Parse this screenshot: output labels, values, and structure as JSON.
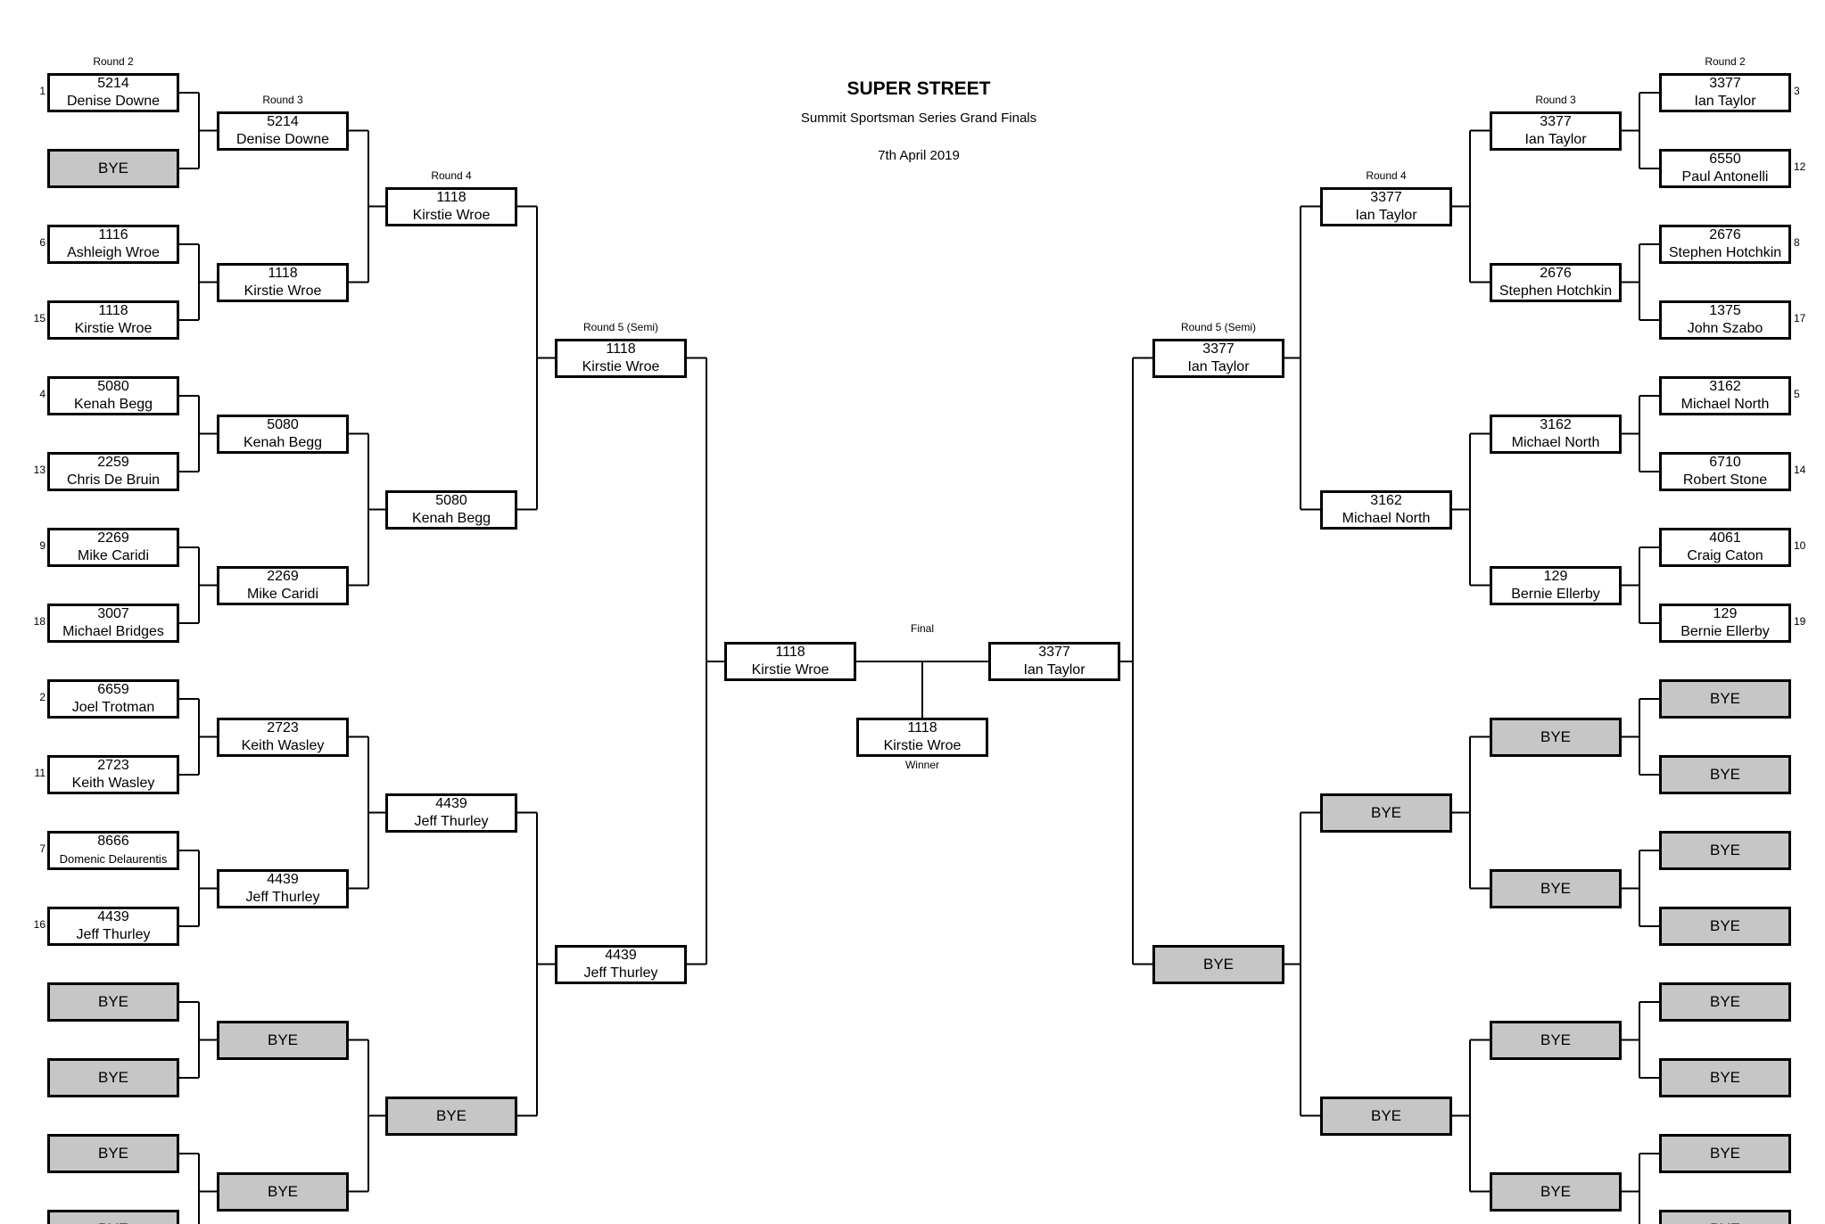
{
  "header": {
    "title": "SUPER STREET",
    "subtitle": "Summit Sportsman Series Grand Finals",
    "date": "7th April 2019"
  },
  "round_labels": {
    "r2": "Round 2",
    "r3": "Round 3",
    "r4": "Round 4",
    "r5": "Round 5 (Semi)",
    "final": "Final",
    "winner": "Winner"
  },
  "bye_text": "BYE",
  "bracket": {
    "left": {
      "round2": [
        {
          "seed": "1",
          "num": "5214",
          "name": "Denise Downe"
        },
        {
          "bye": true
        },
        {
          "seed": "6",
          "num": "1116",
          "name": "Ashleigh Wroe"
        },
        {
          "seed": "15",
          "num": "1118",
          "name": "Kirstie Wroe"
        },
        {
          "seed": "4",
          "num": "5080",
          "name": "Kenah Begg"
        },
        {
          "seed": "13",
          "num": "2259",
          "name": "Chris De Bruin"
        },
        {
          "seed": "9",
          "num": "2269",
          "name": "Mike Caridi"
        },
        {
          "seed": "18",
          "num": "3007",
          "name": "Michael Bridges"
        },
        {
          "seed": "2",
          "num": "6659",
          "name": "Joel Trotman"
        },
        {
          "seed": "11",
          "num": "2723",
          "name": "Keith Wasley"
        },
        {
          "seed": "7",
          "num": "8666",
          "name": "Domenic Delaurentis"
        },
        {
          "seed": "16",
          "num": "4439",
          "name": "Jeff Thurley"
        },
        {
          "bye": true
        },
        {
          "bye": true
        },
        {
          "bye": true
        },
        {
          "bye": true
        }
      ],
      "round3": [
        {
          "num": "5214",
          "name": "Denise Downe"
        },
        {
          "num": "1118",
          "name": "Kirstie Wroe"
        },
        {
          "num": "5080",
          "name": "Kenah Begg"
        },
        {
          "num": "2269",
          "name": "Mike Caridi"
        },
        {
          "num": "2723",
          "name": "Keith Wasley"
        },
        {
          "num": "4439",
          "name": "Jeff Thurley"
        },
        {
          "bye": true
        },
        {
          "bye": true
        }
      ],
      "round4": [
        {
          "num": "1118",
          "name": "Kirstie Wroe"
        },
        {
          "num": "5080",
          "name": "Kenah Begg"
        },
        {
          "num": "4439",
          "name": "Jeff Thurley"
        },
        {
          "bye": true
        }
      ],
      "round5": [
        {
          "num": "1118",
          "name": "Kirstie Wroe"
        },
        {
          "num": "4439",
          "name": "Jeff Thurley"
        }
      ],
      "finalist": {
        "num": "1118",
        "name": "Kirstie Wroe"
      }
    },
    "right": {
      "round2": [
        {
          "seed": "3",
          "num": "3377",
          "name": "Ian Taylor"
        },
        {
          "seed": "12",
          "num": "6550",
          "name": "Paul Antonelli"
        },
        {
          "seed": "8",
          "num": "2676",
          "name": "Stephen Hotchkin"
        },
        {
          "seed": "17",
          "num": "1375",
          "name": "John Szabo"
        },
        {
          "seed": "5",
          "num": "3162",
          "name": "Michael North"
        },
        {
          "seed": "14",
          "num": "6710",
          "name": "Robert Stone"
        },
        {
          "seed": "10",
          "num": "4061",
          "name": "Craig Caton"
        },
        {
          "seed": "19",
          "num": "129",
          "name": "Bernie Ellerby"
        },
        {
          "bye": true
        },
        {
          "bye": true
        },
        {
          "bye": true
        },
        {
          "bye": true
        },
        {
          "bye": true
        },
        {
          "bye": true
        },
        {
          "bye": true
        },
        {
          "bye": true
        }
      ],
      "round3": [
        {
          "num": "3377",
          "name": "Ian Taylor"
        },
        {
          "num": "2676",
          "name": "Stephen Hotchkin"
        },
        {
          "num": "3162",
          "name": "Michael North"
        },
        {
          "num": "129",
          "name": "Bernie Ellerby"
        },
        {
          "bye": true
        },
        {
          "bye": true
        },
        {
          "bye": true
        },
        {
          "bye": true
        }
      ],
      "round4": [
        {
          "num": "3377",
          "name": "Ian Taylor"
        },
        {
          "num": "3162",
          "name": "Michael North"
        },
        {
          "bye": true
        },
        {
          "bye": true
        }
      ],
      "round5": [
        {
          "num": "3377",
          "name": "Ian Taylor"
        },
        {
          "bye": true
        }
      ],
      "finalist": {
        "num": "3377",
        "name": "Ian Taylor"
      }
    },
    "winner": {
      "num": "1118",
      "name": "Kirstie Wroe"
    }
  }
}
